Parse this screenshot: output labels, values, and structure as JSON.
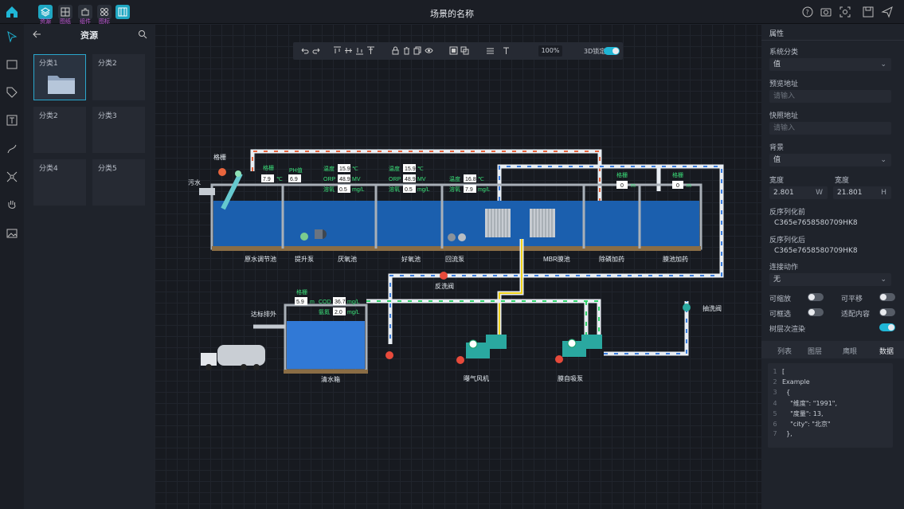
{
  "header": {
    "title": "场景的名称",
    "tools": [
      {
        "name": "layers-icon",
        "label": "资源"
      },
      {
        "name": "grid-icon",
        "label": "图纸"
      },
      {
        "name": "puzzle-icon",
        "label": "组件"
      },
      {
        "name": "apps-icon",
        "label": "图标"
      },
      {
        "name": "panel-icon",
        "label": ""
      }
    ]
  },
  "resources": {
    "title": "资源",
    "categories": [
      "分类1",
      "分类2",
      "分类2",
      "分类3",
      "分类4",
      "分类5"
    ]
  },
  "toolbar": {
    "zoom": "100%",
    "lock3d": "3D锁定",
    "lock3d_on": true
  },
  "props": {
    "title": "属性",
    "system_category_label": "系统分类",
    "system_category_value": "值",
    "preview_label": "预览地址",
    "preview_placeholder": "请输入",
    "snapshot_label": "快照地址",
    "snapshot_placeholder": "请输入",
    "background_label": "背景",
    "background_value": "值",
    "width_label": "宽度",
    "width_value": "2.801",
    "width_unit": "W",
    "height_label": "宽度",
    "height_value": "21.801",
    "height_unit": "H",
    "before_label": "反序列化前",
    "before_value": "C365e7658580709HK8",
    "after_label": "反序列化后",
    "after_value": "C365e7658580709HK8",
    "action_label": "连接动作",
    "action_value": "无",
    "toggles": [
      {
        "label": "可缩放",
        "on": false
      },
      {
        "label": "可平移",
        "on": false
      },
      {
        "label": "可框选",
        "on": false
      },
      {
        "label": "适配内容",
        "on": false
      },
      {
        "label": "树层次渲染",
        "on": true
      }
    ],
    "tabs": [
      "列表",
      "图层",
      "鹰眼",
      "数据"
    ],
    "code": [
      "[",
      "Example",
      "  {",
      "    \"维度\": \"1991\",",
      "    \"度量\": 13,",
      "    \"city\": \"北京\"",
      "  },"
    ]
  },
  "scene": {
    "labels": {
      "grille": "格栅",
      "sewage": "污水",
      "tank1": "原水调节池",
      "pump": "提升泵",
      "anoxic": "厌氧池",
      "aerobic": "好氧池",
      "reflux": "回流泵",
      "mbr": "MBR膜池",
      "phos": "除磷加药",
      "membrane": "膜池加药",
      "backwash": "反洗阀",
      "pumpwash": "抽洗阀",
      "discharge": "达标排外",
      "clearwater": "清水箱",
      "blower": "曝气风机",
      "suction": "膜自吸泵",
      "grille2": "格栅",
      "ph": "PH值"
    },
    "readings": {
      "t1": "7.9",
      "t1u": "℃",
      "ph": "6.9",
      "temp_label": "温度",
      "orp_label": "ORP",
      "do_label": "溶氧",
      "a_temp": "15.9",
      "a_orp": "48.9",
      "a_do": "0.5",
      "b_temp": "15.9",
      "b_orp": "48.9",
      "b_do": "0.5",
      "c_temp": "16.8",
      "c_do": "7.9",
      "lvl1": "0",
      "lvl2": "0",
      "m": "m",
      "cw_level": "5.9",
      "cod_label": "COD",
      "cod": "36.7",
      "nh_label": "氨氮",
      "nh": "2.0",
      "mgl": "mg/L",
      "mv": "MV",
      "degc": "℃"
    }
  }
}
